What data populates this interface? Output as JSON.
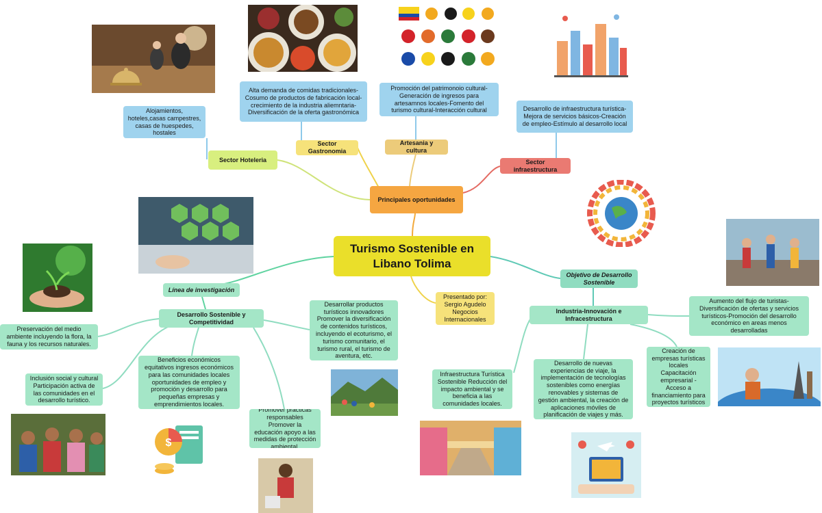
{
  "center": "Turismo Sostenible en Libano Tolima",
  "top": {
    "principal": "Principales oportunidades",
    "hoteleria": "Sector Hoteleria",
    "hoteleria_desc": "Alojamientos, hoteles,casas campestres, casas de huespedes, hostales",
    "gastronomia": "Sector Gastronomia",
    "gastronomia_desc": "Alta demanda de comidas tradicionales-Cosumo de productos de fabricación local-crecimiento de la industria aliemntaria-Diversificación de la oferta gastronómica",
    "artesania": "Artesania y cultura",
    "artesania_desc": "Promoción del patrimonoio cultural-Generación de ingresos para artesamnos locales-Fomento del turismo cultural-Interacción cultural",
    "infra": "Sector infraestructura",
    "infra_desc": "Desarrollo de infraestructura turística-Mejora de servicios básicos-Creación de empleo-Estímulo al desarrollo local"
  },
  "left": {
    "linea": "Línea de investigación",
    "desarrollo": "Desarrollo Sostenible y Competitividad",
    "preservacion": "Preservación del medio ambiente incluyendo la flora, la fauna y los recursos naturales.",
    "inclusion": "Inclusión social y cultural Participación activa de las comunidades en el desarrollo turístico.",
    "beneficios": "Beneficios económicos equitativos ingresos económicos para las comunidades locales oportunidades de empleo y promoción y desarrollo para pequeñas empresas y emprendimientos locales.",
    "practicas": "Promover prácticas responsables Promover la educación apoyo a las medidas de protección ambiental.",
    "productos": "Desarrollar productos turísticos innovadores Promover la diversificación de contenidos turísticos, incluyendo el ecoturismo, el turismo comunitario, el turismo rural, el turismo de aventura, etc."
  },
  "presentado": "Presentado por: Sergio Agudelo Negocios Internacionales",
  "right": {
    "objetivo": "Objetivo de Desarrollo Sostenible",
    "industria": "Industria-Innovación e Infracestructura",
    "aumento": "Aumento del flujo de turistas-Diversificación de ofertas y servicios turísticos-Promoción del desarrollo económico en areas menos desarrolladas",
    "creacion": "Creación de empresas turísticas locales Capacitación empresarial - Acceso a financiamiento para proyectos turísticos",
    "experiencias": "Desarrollo de nuevas experiencias de viaje, la implementación de tecnologías sostenibles como energías renovables y sistemas de gestión ambiental, la creación de aplicaciones móviles de planificación de viajes y más.",
    "infra_turistica": "Infraestructura Turística Sostenible Reducción del impacto ambiental y se beneficia a las comunidades locales."
  },
  "colors": {
    "line_top": "#f2a93b",
    "line_green": "#5fd3a0",
    "line_teal": "#5ec9b5",
    "line_yellow": "#efd24a",
    "line_lime": "#cfe37a",
    "line_blue": "#8ec9ea",
    "line_red": "#e46b63"
  }
}
